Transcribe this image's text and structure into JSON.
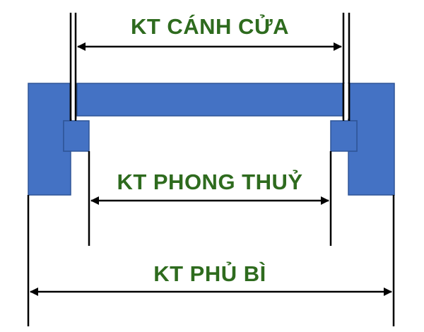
{
  "labels": {
    "leaf_width": "KT CÁNH CỬA",
    "clear_width": "KT PHONG THUỶ",
    "overall_width": "KT PHỦ BÌ"
  },
  "colors": {
    "frame_fill": "#4472C4",
    "frame_stroke": "#2F5597",
    "label_text": "#2E6B1E",
    "line": "#000000"
  }
}
